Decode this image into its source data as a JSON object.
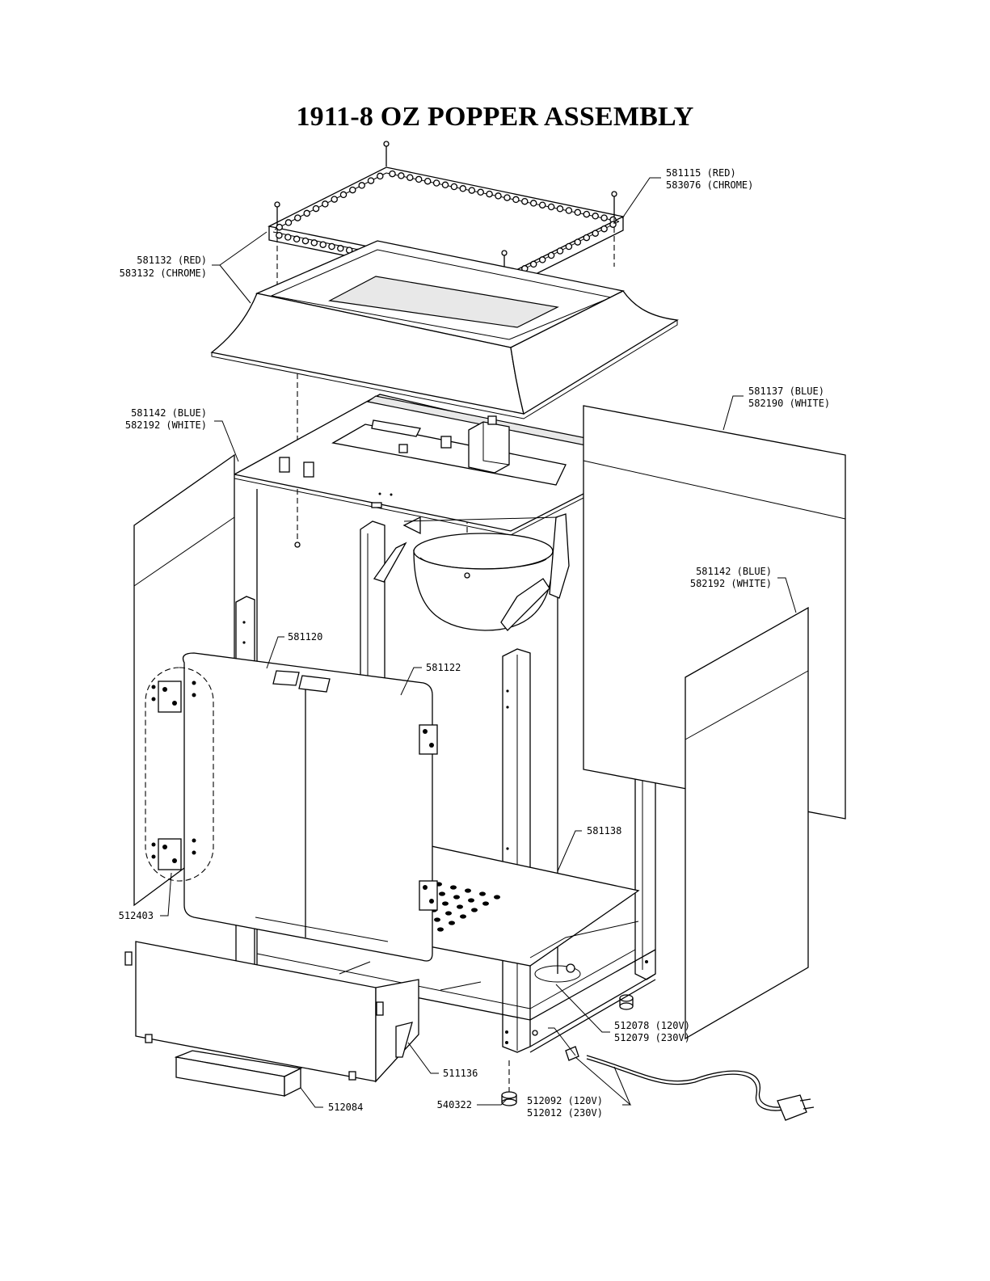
{
  "title": "1911-8 OZ POPPER ASSEMBLY",
  "callouts": {
    "top_trim_red": "581115 (RED)",
    "top_trim_chrome": "583076 (CHROME)",
    "dome_red": "581132 (RED)",
    "dome_chrome": "583132 (CHROME)",
    "left_panel_blue": "581142 (BLUE)",
    "left_panel_white": "582192 (WHITE)",
    "back_panel_blue": "581137 (BLUE)",
    "back_panel_white": "582190 (WHITE)",
    "right_panel_blue": "581142 (BLUE)",
    "right_panel_white": "582192 (WHITE)",
    "door_left": "581120",
    "door_right": "581122",
    "hinge": "512403",
    "deck": "581138",
    "lamp_120": "512078 (120V)",
    "lamp_230": "512079 (230V)",
    "switch": "511136",
    "foot": "540322",
    "cord_120": "512092 (120V)",
    "cord_230": "512012 (230V)",
    "drawer": "512084"
  }
}
